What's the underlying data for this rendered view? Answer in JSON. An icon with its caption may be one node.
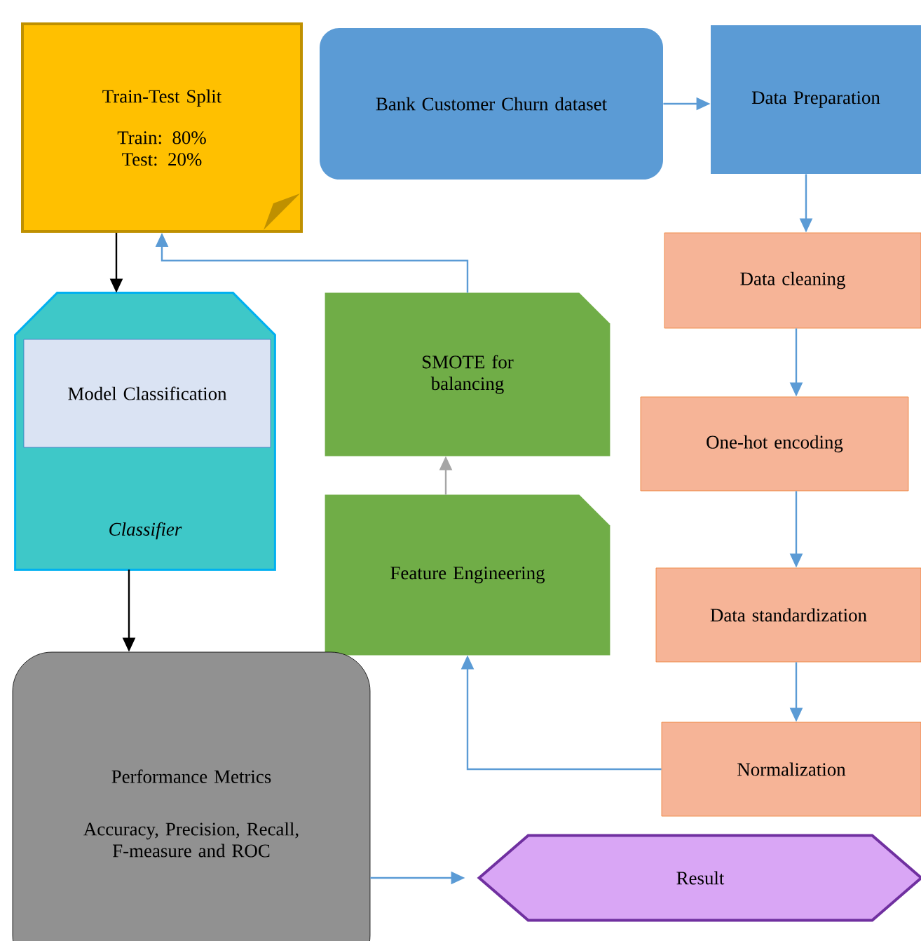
{
  "diagram": {
    "nodes": [
      {
        "text": [
          "Train-Test Split",
          "Train: 80% Test: 20%"
        ]
      },
      {
        "text": [
          "Bank Customer Churn dataset"
        ]
      },
      {
        "text": [
          "Data Preparation"
        ]
      },
      {
        "text": [
          "Classifier"
        ]
      },
      {
        "text": [
          "Model Classification"
        ],
        "in": 3
      },
      {
        "text": [
          "SMOTE for balancing"
        ]
      },
      {
        "text": [
          "Data cleaning"
        ]
      },
      {
        "text": [
          "One-hot encoding"
        ]
      },
      {
        "text": [
          "Feature Engineering"
        ]
      },
      {
        "text": [
          "Data standardization"
        ]
      },
      {
        "text": [
          "Performance Metrics",
          "Accuracy, Precision, Recall, F-measure and ROC"
        ]
      },
      {
        "text": [
          "Normalization"
        ]
      },
      {
        "text": [
          "Result"
        ]
      }
    ],
    "edges": [
      {
        "from": 1,
        "to": 2,
        "arrow": "to"
      },
      {
        "from": 2,
        "to": 6,
        "arrow": "to"
      },
      {
        "from": 6,
        "to": 7,
        "arrow": "to"
      },
      {
        "from": 7,
        "to": 9,
        "arrow": "to"
      },
      {
        "from": 9,
        "to": 11,
        "arrow": "to"
      },
      {
        "from": 11,
        "to": 8,
        "arrow": "to"
      },
      {
        "from": 8,
        "to": 5,
        "arrow": "to",
        "color": "#a6a6a6"
      },
      {
        "from": 5,
        "to": 0,
        "arrow": "to"
      },
      {
        "from": 0,
        "to": 3,
        "arrow": "to",
        "color": "#000000"
      },
      {
        "from": 3,
        "to": 10,
        "arrow": "to",
        "color": "#000000"
      },
      {
        "from": 10,
        "to": 12,
        "arrow": "to"
      }
    ]
  }
}
